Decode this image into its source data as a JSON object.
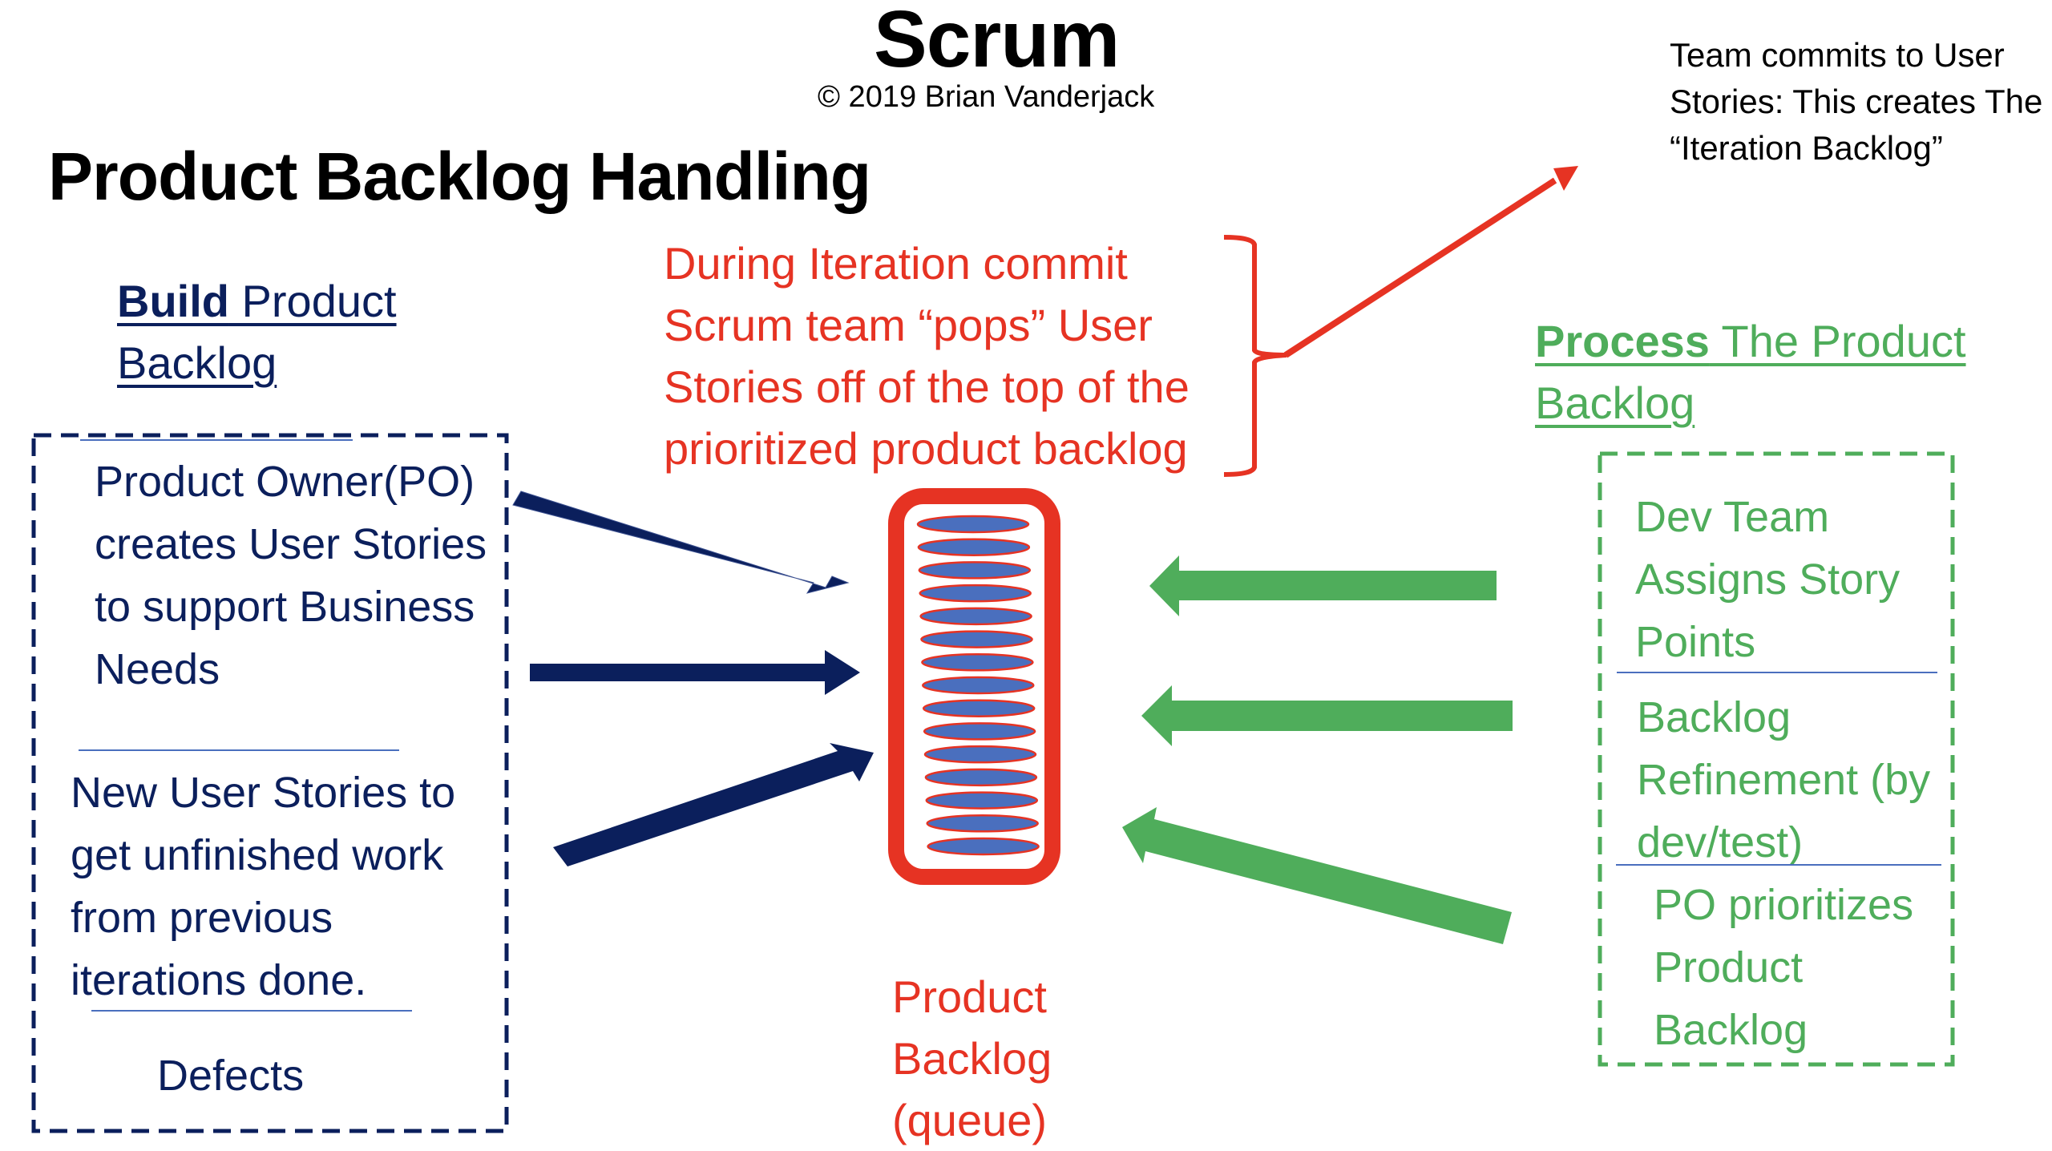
{
  "header": {
    "title": "Scrum",
    "copyright": "© 2019 Brian Vanderjack",
    "subtitle": "Product Backlog Handling"
  },
  "note": {
    "text": "Team commits to User Stories: This creates The “Iteration Backlog”"
  },
  "build_section": {
    "heading_bold": "Build",
    "heading_rest": " Product Backlog",
    "items": [
      "Product Owner(PO) creates User Stories to support Business Needs",
      "New User Stories to get unfinished work from previous iterations  done.",
      "Defects"
    ]
  },
  "commit_section": {
    "text": "During Iteration commit Scrum team  “pops” User Stories off of the top of the prioritized product backlog"
  },
  "backlog_queue": {
    "label_lines": [
      "Product",
      "Backlog",
      "(queue)"
    ],
    "story_count": 15
  },
  "process_section": {
    "heading_bold": "Process",
    "heading_rest": " The Product Backlog",
    "items": [
      "Dev Team Assigns Story Points",
      "Backlog Refinement (by dev/test)",
      "PO prioritizes Product Backlog"
    ]
  },
  "colors": {
    "navy": "#0b1f5c",
    "green": "#4fad5b",
    "red": "#e63323",
    "story_fill": "#4a6fbe",
    "separator": "#4a6fbe"
  }
}
